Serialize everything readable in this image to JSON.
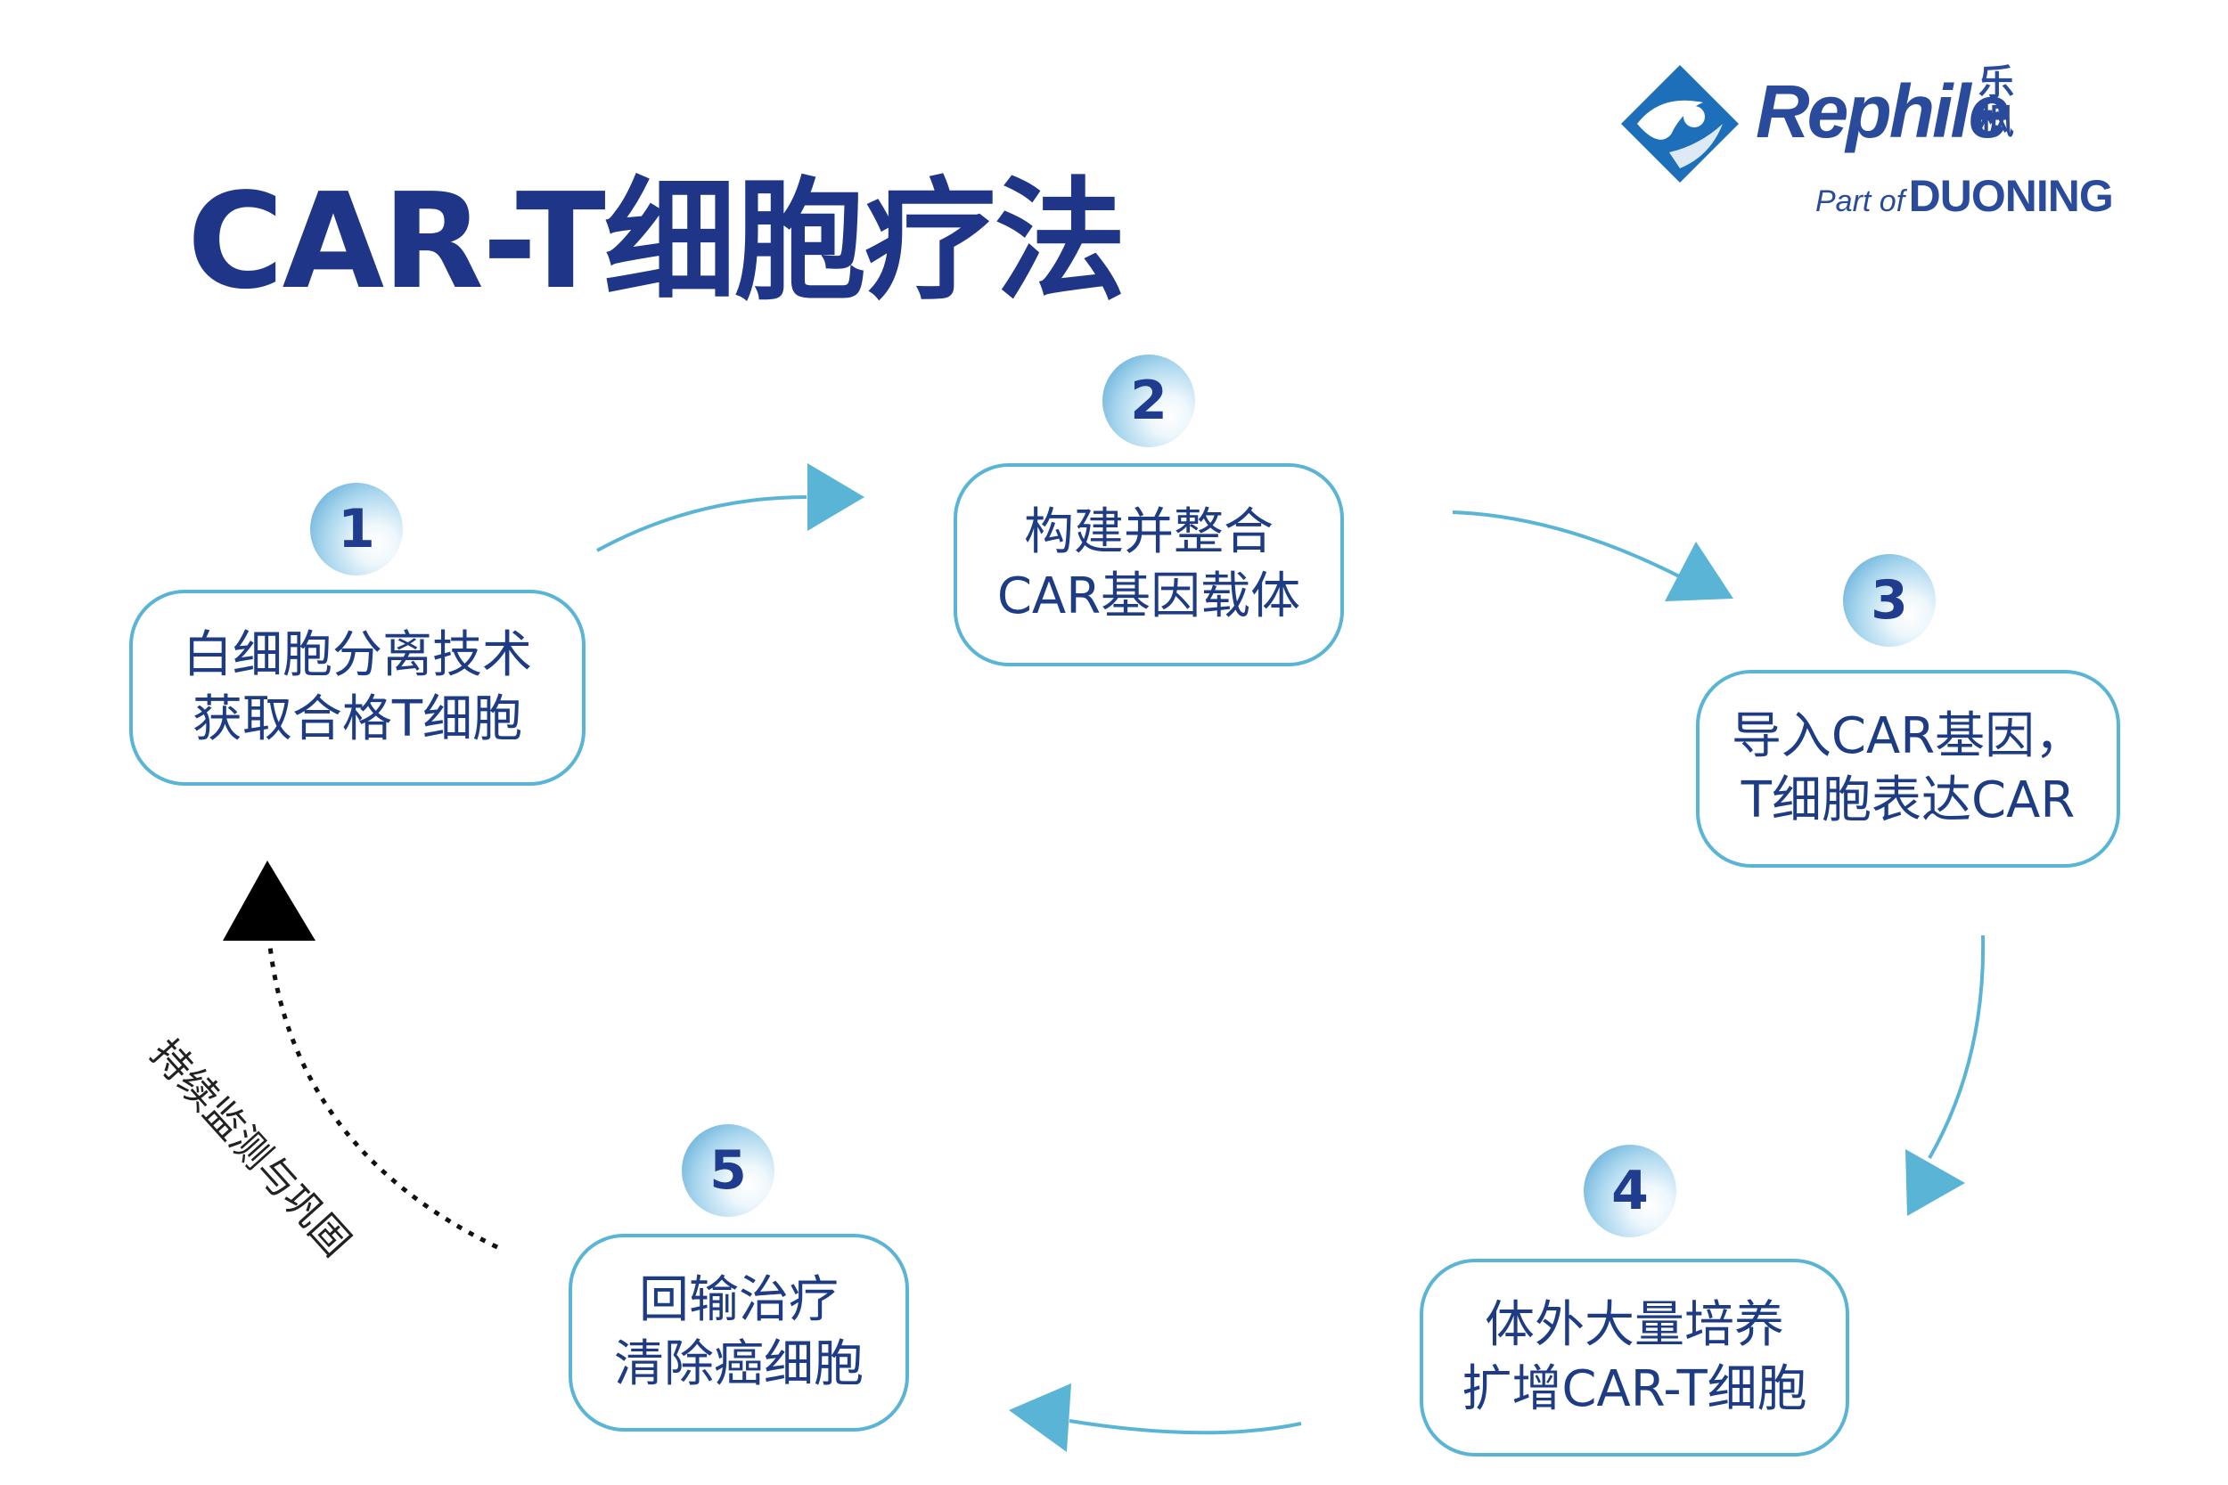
{
  "title": "CAR-T细胞疗法",
  "logo": {
    "wordmark": "Rephile",
    "cn_top": "乐",
    "cn_bottom": "枫",
    "sub_prefix": "Part of",
    "sub_brand": "DUONING",
    "colors": {
      "primary": "#2a4a9b",
      "accent": "#1c6fb8"
    }
  },
  "steps": [
    {
      "number": "1",
      "line1": "白细胞分离技术",
      "line2": "获取合格T细胞"
    },
    {
      "number": "2",
      "line1": "构建并整合",
      "line2": "CAR基因载体"
    },
    {
      "number": "3",
      "line1": "导入CAR基因，",
      "line2": "T细胞表达CAR"
    },
    {
      "number": "4",
      "line1": "体外大量培养",
      "line2": "扩增CAR-T细胞"
    },
    {
      "number": "5",
      "line1": "回输治疗",
      "line2": "清除癌细胞"
    }
  ],
  "monitor_label": "持续监测与巩固",
  "colors": {
    "title": "#1f3688",
    "box_border": "#5ab4d6",
    "box_text": "#1e3c84",
    "arrow": "#5ab4d6",
    "badge_text": "#1f3c8e",
    "monitor_arrow": "#111111"
  }
}
